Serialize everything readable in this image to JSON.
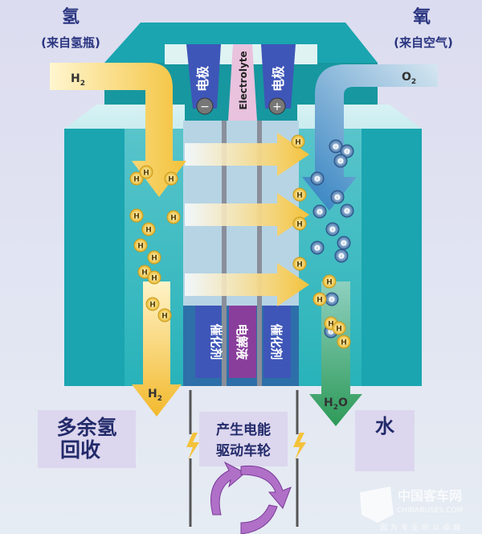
{
  "inputs": {
    "hydrogen": {
      "title": "氢",
      "source": "(来自氢瓶)",
      "gas": "H",
      "gas_sub": "2"
    },
    "oxygen": {
      "title": "氧",
      "source": "(来自空气)",
      "gas": "O",
      "gas_sub": "2"
    }
  },
  "cell": {
    "electrode_left": "电极",
    "electrode_right": "电极",
    "electrolyte": "Electrolyte",
    "terminal_negative": "−",
    "terminal_positive": "+",
    "catalyst_left": "催化剂",
    "electrolyte_liquid": "电解液",
    "catalyst_right": "催化剂"
  },
  "atoms": {
    "hydrogen": "H",
    "oxygen": "O"
  },
  "outputs": {
    "excess_hydrogen_gas": "H",
    "excess_hydrogen_sub": "2",
    "excess_hydrogen_line1": "多余氢",
    "excess_hydrogen_line2": "回收",
    "water_gas": "H",
    "water_sub": "2",
    "water_o": "O",
    "water": "水",
    "power_line1": "产生电能",
    "power_line2": "驱动车轮"
  },
  "watermark": {
    "name": "中国客车网",
    "domain": "CHINABUSES.COM",
    "slogan": "因为专业所以卓越"
  },
  "colors": {
    "teal": "#1aa5b0",
    "yellow": "#f5c842",
    "blue_electrode": "#3e56b8",
    "purple": "#8a3e9c",
    "green": "#3a9a5a"
  }
}
